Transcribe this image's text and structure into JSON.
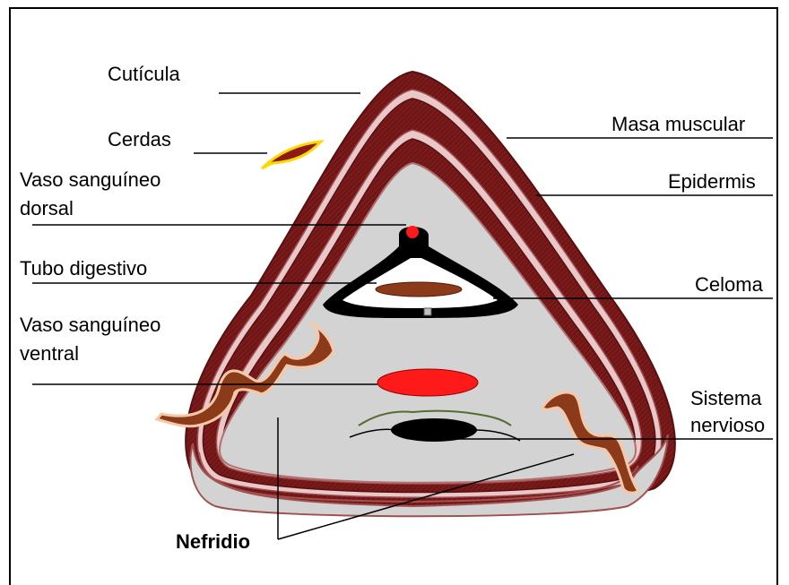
{
  "labels": {
    "cuticula": "Cutícula",
    "cerdas": "Cerdas",
    "vaso_dorsal_1": "Vaso sanguíneo",
    "vaso_dorsal_2": "dorsal",
    "tubo_digestivo": "Tubo digestivo",
    "vaso_ventral_1": "Vaso sanguíneo",
    "vaso_ventral_2": "ventral",
    "nefridio": "Nefridio",
    "masa_muscular": "Masa muscular",
    "epidermis": "Epidermis",
    "celoma": "Celoma",
    "sistema_nervioso_1": "Sistema",
    "sistema_nervioso_2": "nervioso"
  },
  "colors": {
    "muscle": "#7a1a1a",
    "muscle_light": "#b07070",
    "body_fill": "#d3d3d3",
    "intestine": "#8b3a1a",
    "blood_vessel": "#ff1a1a",
    "nerve_cord": "#000000",
    "setae": "#8b1a1a",
    "setae_outline": "#ffd700",
    "nephridium": "#8b3a1a"
  }
}
